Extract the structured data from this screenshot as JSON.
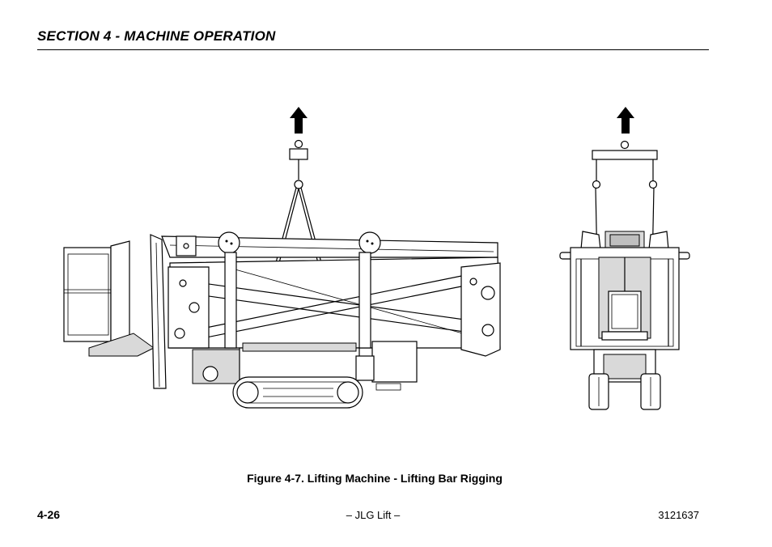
{
  "header": {
    "section_title": "SECTION 4 - MACHINE OPERATION"
  },
  "figure": {
    "caption": "Figure 4-7. Lifting Machine - Lifting Bar Rigging"
  },
  "footer": {
    "page_number": "4-26",
    "center_text": "– JLG Lift –",
    "doc_number": "3121637"
  }
}
